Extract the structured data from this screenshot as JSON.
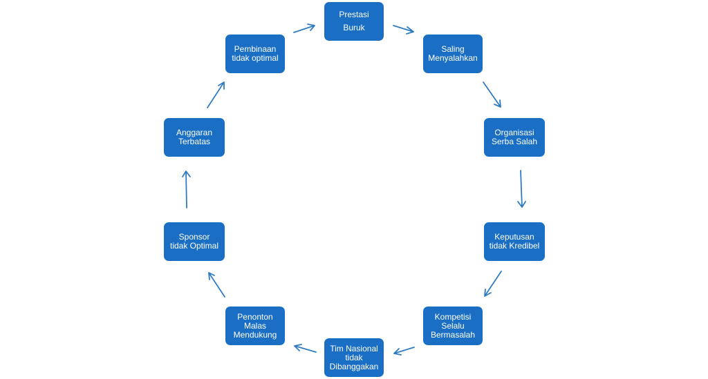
{
  "nodes": [
    {
      "id": "prestasi-buruk",
      "lines": [
        "Prestasi",
        "Buruk"
      ]
    },
    {
      "id": "saling-menyalahkan",
      "lines": [
        "Saling",
        "Menyalahkan"
      ]
    },
    {
      "id": "organisasi-serba-salah",
      "lines": [
        "Organisasi",
        "Serba Salah"
      ]
    },
    {
      "id": "keputusan-tidak-kredibel",
      "lines": [
        "Keputusan",
        "tidak Kredibel"
      ]
    },
    {
      "id": "kompetisi-selalu-bermasalah",
      "lines": [
        "Kompetisi",
        "Selalu",
        "Bermasalah"
      ]
    },
    {
      "id": "tim-nasional-tidak-dibanggakan",
      "lines": [
        "Tim Nasional",
        "tidak",
        "Dibanggakan"
      ]
    },
    {
      "id": "penonton-malas-mendukung",
      "lines": [
        "Penonton",
        "Malas",
        "Mendukung"
      ]
    },
    {
      "id": "sponsor-tidak-optimal",
      "lines": [
        "Sponsor",
        "tidak Optimal"
      ]
    },
    {
      "id": "anggaran-terbatas",
      "lines": [
        "Anggaran",
        "Terbatas"
      ]
    },
    {
      "id": "pembinaan-tidak-optimal",
      "lines": [
        "Pembinaan",
        "tidak optimal"
      ]
    }
  ],
  "colors": {
    "node_fill": "#1a6fc4",
    "node_text": "#ffffff",
    "arrow": "#2f7bc2"
  }
}
